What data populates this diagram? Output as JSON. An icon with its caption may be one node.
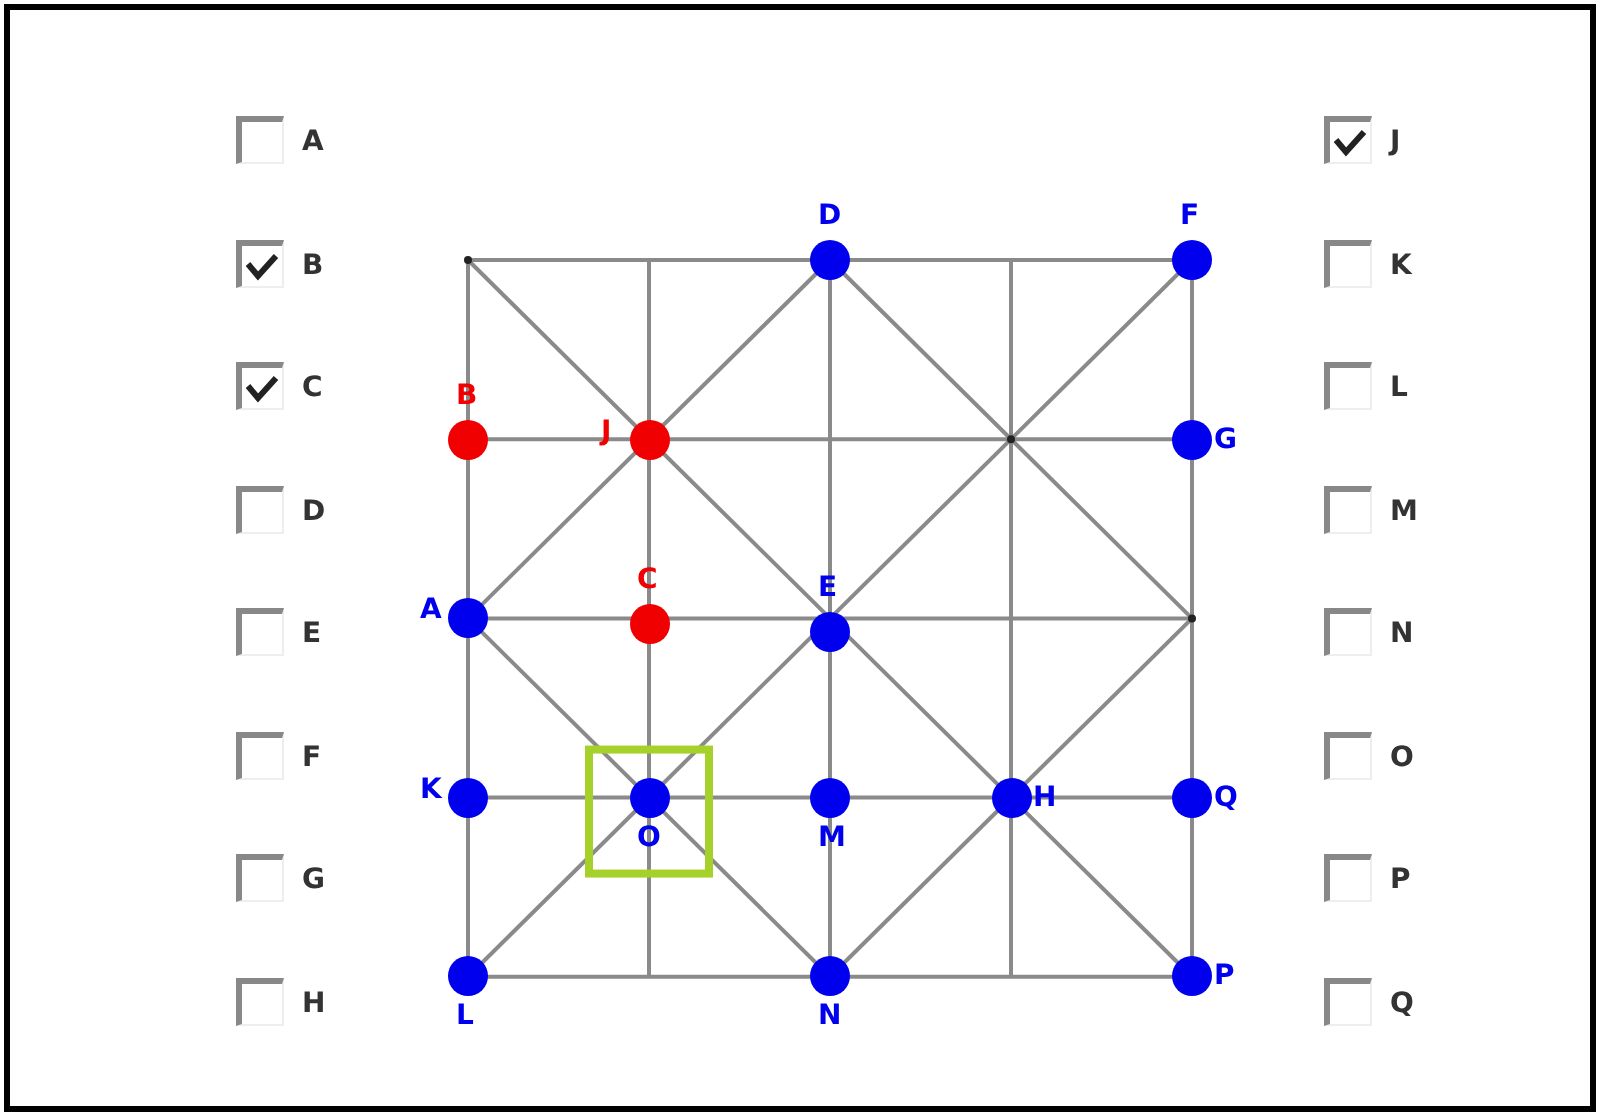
{
  "diagram": {
    "nodes": [
      {
        "text": [
          "D"
        ]
      },
      {
        "text": [
          "F"
        ]
      },
      {
        "text": [
          "B"
        ]
      },
      {
        "text": [
          "J"
        ]
      },
      {
        "text": [
          "G"
        ]
      },
      {
        "text": [
          "A"
        ]
      },
      {
        "text": [
          "C"
        ]
      },
      {
        "text": [
          "E"
        ]
      },
      {
        "text": [
          "K"
        ]
      },
      {
        "text": [
          "O"
        ]
      },
      {
        "text": [
          "M"
        ]
      },
      {
        "text": [
          "H"
        ]
      },
      {
        "text": [
          "Q"
        ]
      },
      {
        "text": [
          "L"
        ]
      },
      {
        "text": [
          "N"
        ]
      },
      {
        "text": [
          "P"
        ]
      }
    ],
    "labels": [
      "A",
      "J",
      "B",
      "K",
      "C",
      "L",
      "D",
      "M",
      "E",
      "N",
      "F",
      "O",
      "G",
      "P",
      "H",
      "Q"
    ]
  }
}
